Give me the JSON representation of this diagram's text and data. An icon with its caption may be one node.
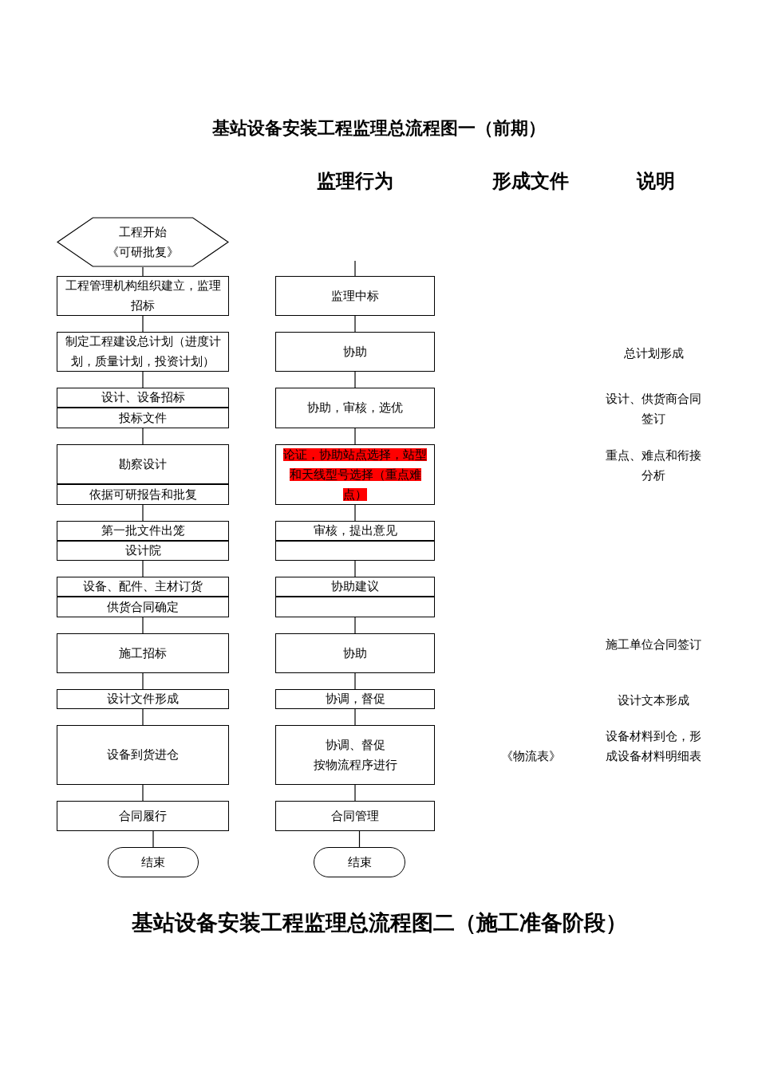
{
  "diagram": {
    "title": "基站设备安装工程监理总流程图一（前期）",
    "nodes": [
      {
        "text": [
          "工程开始",
          "《可研批复》"
        ]
      },
      {
        "text": [
          "工程管理机构组织建立，监理招标"
        ]
      },
      {
        "text": [
          "制定工程建设总计划（进度计划，质量计划，投资计划）"
        ]
      },
      {
        "text": [
          "设计、设备招标"
        ]
      },
      {
        "text": [
          "投标文件"
        ]
      },
      {
        "text": [
          "勘察设计"
        ]
      },
      {
        "text": [
          "依据可研报告和批复"
        ]
      },
      {
        "text": [
          "第一批文件出笼"
        ]
      },
      {
        "text": [
          "设计院"
        ]
      },
      {
        "text": [
          "设备、配件、主材订货"
        ]
      },
      {
        "text": [
          "供货合同确定"
        ]
      },
      {
        "text": [
          "施工招标"
        ]
      },
      {
        "text": [
          "设计文件形成"
        ]
      },
      {
        "text": [
          "设备到货进仓"
        ]
      },
      {
        "text": [
          "合同履行"
        ]
      },
      {
        "text": [
          "结束"
        ]
      },
      {
        "text": [
          "监理中标"
        ]
      },
      {
        "text": [
          "协助"
        ]
      },
      {
        "text": [
          "协助，审核，选优"
        ]
      },
      {
        "text": [
          "论证，协助站点选择，站型和天线型号选择（重点难点）"
        ]
      },
      {
        "text": [
          "审核，提出意见"
        ]
      },
      {
        "text": [],
        "shape": "box"
      },
      {
        "text": [
          "协助建议"
        ]
      },
      {
        "text": [],
        "shape": "box"
      },
      {
        "text": [
          "协助"
        ]
      },
      {
        "text": [
          "协调，督促"
        ]
      },
      {
        "text": [
          "协调、督促",
          "按物流程序进行"
        ]
      },
      {
        "text": [
          "合同管理"
        ]
      },
      {
        "text": [
          "结束"
        ]
      }
    ],
    "edges": [
      {
        "from": 0,
        "to": 1,
        "arrow": "none"
      },
      {
        "from": 1,
        "to": 2,
        "arrow": "none"
      },
      {
        "from": 2,
        "to": 3,
        "arrow": "none"
      },
      {
        "from": 4,
        "to": 5,
        "arrow": "none"
      },
      {
        "from": 6,
        "to": 7,
        "arrow": "none"
      },
      {
        "from": 8,
        "to": 9,
        "arrow": "none"
      },
      {
        "from": 10,
        "to": 11,
        "arrow": "none"
      },
      {
        "from": 11,
        "to": 12,
        "arrow": "none"
      },
      {
        "from": 12,
        "to": 13,
        "arrow": "none"
      },
      {
        "from": 13,
        "to": 14,
        "arrow": "none"
      },
      {
        "from": 14,
        "to": 15,
        "arrow": "none"
      },
      {
        "from": null,
        "to": 16,
        "arrow": "none"
      },
      {
        "from": 16,
        "to": 17,
        "arrow": "none"
      },
      {
        "from": 17,
        "to": 18,
        "arrow": "none"
      },
      {
        "from": 18,
        "to": 19,
        "arrow": "none"
      },
      {
        "from": 19,
        "to": 20,
        "arrow": "none"
      },
      {
        "from": 21,
        "to": 22,
        "arrow": "none"
      },
      {
        "from": 23,
        "to": 24,
        "arrow": "none"
      },
      {
        "from": 24,
        "to": 25,
        "arrow": "none"
      },
      {
        "from": 25,
        "to": 26,
        "arrow": "none"
      },
      {
        "from": 26,
        "to": 27,
        "arrow": "none"
      },
      {
        "from": 27,
        "to": 28,
        "arrow": "none"
      }
    ],
    "labels": [
      "监理行为",
      "形成文件",
      "说明",
      "总计划形成",
      "设计、供货商合同签订",
      "重点、难点和衔接分析",
      "施工单位合同签订",
      "设计文本形成",
      "《物流表》",
      "设备材料到仓，形成设备材料明细表",
      "基站设备安装工程监理总流程图二（施工准备阶段）"
    ]
  }
}
